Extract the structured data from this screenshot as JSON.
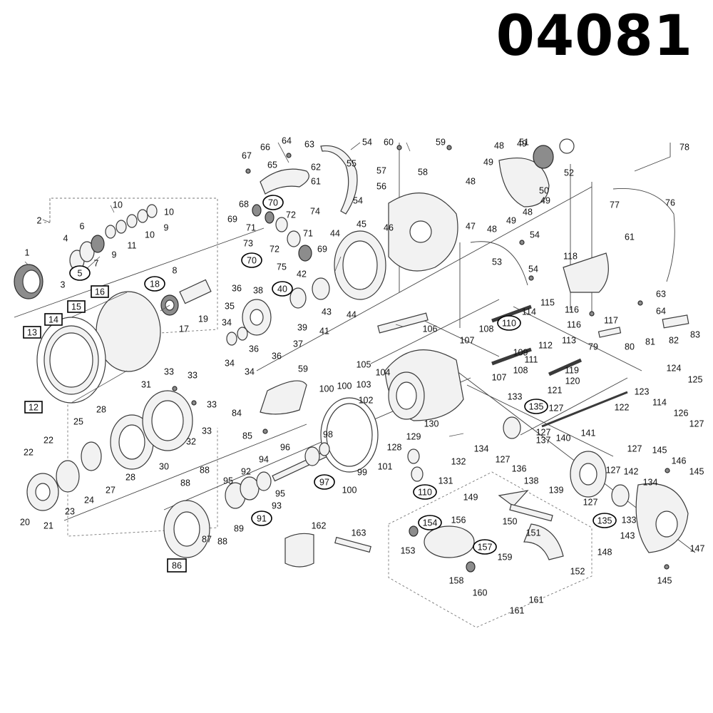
{
  "model_number": "04081",
  "part_labels": {
    "p1": "1",
    "p2": "2",
    "p3": "3",
    "p4": "4",
    "p5": "5",
    "p6": "6",
    "p7": "7",
    "p8": "8",
    "p9": "9",
    "p10": "10",
    "p11": "11",
    "p12": "12",
    "p13": "13",
    "p14": "14",
    "p15": "15",
    "p16": "16",
    "p17": "17",
    "p18": "18",
    "p19": "19",
    "p20": "20",
    "p21": "21",
    "p22": "22",
    "p23": "23",
    "p24": "24",
    "p25": "25",
    "p27": "27",
    "p28": "28",
    "p30": "30",
    "p31": "31",
    "p32": "32",
    "p33": "33",
    "p34": "34",
    "p35": "35",
    "p36": "36",
    "p37": "37",
    "p38": "38",
    "p39": "39",
    "p40": "40",
    "p41": "41",
    "p42": "42",
    "p43": "43",
    "p44": "44",
    "p45": "45",
    "p46": "46",
    "p47": "47",
    "p48": "48",
    "p49": "49",
    "p50": "50",
    "p51": "51",
    "p52": "52",
    "p53": "53",
    "p54": "54",
    "p55": "55",
    "p56": "56",
    "p57": "57",
    "p58": "58",
    "p59": "59",
    "p60": "60",
    "p61": "61",
    "p62": "62",
    "p63": "63",
    "p64": "64",
    "p65": "65",
    "p66": "66",
    "p67": "67",
    "p68": "68",
    "p69": "69",
    "p70": "70",
    "p71": "71",
    "p72": "72",
    "p73": "73",
    "p74": "74",
    "p75": "75",
    "p76": "76",
    "p77": "77",
    "p78": "78",
    "p79": "79",
    "p80": "80",
    "p81": "81",
    "p82": "82",
    "p83": "83",
    "p84": "84",
    "p85": "85",
    "p86": "86",
    "p87": "87",
    "p88": "88",
    "p89": "89",
    "p91": "91",
    "p92": "92",
    "p93": "93",
    "p94": "94",
    "p95": "95",
    "p96": "96",
    "p97": "97",
    "p98": "98",
    "p99": "99",
    "p100": "100",
    "p101": "101",
    "p102": "102",
    "p103": "103",
    "p104": "104",
    "p105": "105",
    "p106": "106",
    "p107": "107",
    "p108": "108",
    "p109": "109",
    "p110": "110",
    "p111": "111",
    "p112": "112",
    "p113": "113",
    "p114": "114",
    "p115": "115",
    "p116": "116",
    "p117": "117",
    "p118": "118",
    "p119": "119",
    "p120": "120",
    "p121": "121",
    "p122": "122",
    "p123": "123",
    "p124": "124",
    "p125": "125",
    "p126": "126",
    "p127": "127",
    "p128": "128",
    "p129": "129",
    "p130": "130",
    "p131": "131",
    "p132": "132",
    "p133": "133",
    "p134": "134",
    "p135": "135",
    "p136": "136",
    "p137": "137",
    "p138": "138",
    "p139": "139",
    "p140": "140",
    "p141": "141",
    "p142": "142",
    "p143": "143",
    "p145": "145",
    "p146": "146",
    "p147": "147",
    "p148": "148",
    "p149": "149",
    "p150": "150",
    "p151": "151",
    "p152": "152",
    "p153": "153",
    "p154": "154",
    "p156": "156",
    "p157": "157",
    "p158": "158",
    "p159": "159",
    "p160": "160",
    "p161": "161",
    "p162": "162",
    "p163": "163"
  },
  "legend_marks": {
    "circled": [
      "5",
      "18",
      "40",
      "70",
      "91",
      "97",
      "110",
      "135",
      "154",
      "157"
    ],
    "boxed": [
      "12",
      "13",
      "14",
      "15",
      "16",
      "86"
    ]
  },
  "colors": {
    "ink": "#000000",
    "part_fill": "#f2f2f2",
    "part_dark": "#8c8c8c",
    "background": "#ffffff"
  }
}
